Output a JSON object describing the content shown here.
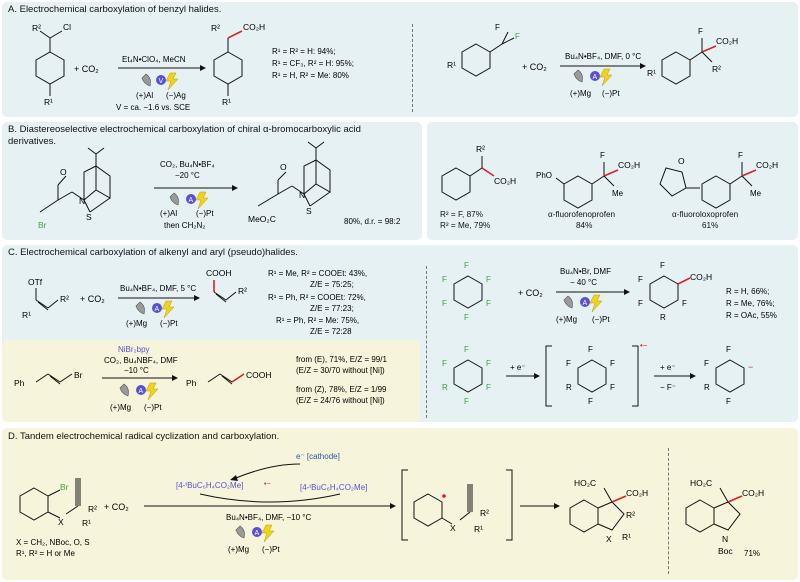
{
  "colors": {
    "blue_panel": "#e6f1f4",
    "yellow_panel": "#f6f4da",
    "accent_blue": "#5a4fd6",
    "accent_red": "#d22",
    "green_sub": "#3aa63a"
  },
  "icons": [
    "electrode-icon",
    "lightning-icon",
    "circled-A-icon",
    "circled-V-icon"
  ],
  "A": {
    "title": "A. Electrochemical carboxylation of benzyl halides.",
    "r_sub": "R²",
    "cl": "Cl",
    "r1": "R¹",
    "plus": "+ CO₂",
    "cond1": "Et₄N•ClO₄, MeCN",
    "anode": "(+)Al",
    "cathode": "(−)Ag",
    "potential": "V = ca. −1.6 vs. SCE",
    "prod_acid": "CO₂H",
    "prod_r2": "R²",
    "prod_r1": "R¹",
    "yields": [
      "R¹ = R² = H: 94%;",
      "R¹ = CF₃, R² = H: 95%;",
      "R¹ = H, R² = Me: 80%"
    ],
    "right_cond": "Bu₄N•BF₄, DMF, 0 °C",
    "right_anode": "(+)Mg",
    "right_cathode": "(−)Pt",
    "F": "F",
    "r1b": "R¹",
    "co2b": "+ CO₂",
    "prod2_acid": "CO₂H",
    "prod2_r2": "R²",
    "prod2_r1": "R¹"
  },
  "B": {
    "title": "B. Diastereoselective electrochemical carboxylation of chiral α-bromocarboxylic acid",
    "title2": "derivatives.",
    "cond1": "CO₂, Bu₄N•BF₄",
    "cond2": "−20 °C",
    "anode": "(+)Al",
    "cathode": "(−)Pt",
    "then": "then CH₂N₂",
    "result": "80%, d.r. = 98:2",
    "br": "Br",
    "meo2c": "MeO₂C",
    "o": "O",
    "n": "N",
    "s": "S",
    "examples": [
      {
        "label1": "R² = F, 87%",
        "label2": "R² = Me, 79%"
      },
      {
        "label1": "α-fluorofenoprofen",
        "label2": "84%"
      },
      {
        "label1": "α-fluoroloxoprofen",
        "label2": "61%"
      }
    ],
    "phO": "PhO",
    "co2h": "CO₂H",
    "me": "Me",
    "f": "F"
  },
  "C": {
    "title": "C. Electrochemical carboxylation of alkenyl and aryl (pseudo)halides.",
    "otf": "OTf",
    "r1": "R¹",
    "r2": "R²",
    "plus": "+ CO₂",
    "cond1": "Bu₄N•BF₄, DMF, 5 °C",
    "anode": "(+)Mg",
    "cathode": "(−)Pt",
    "cooh": "COOH",
    "yields": [
      "R¹ = Me, R² = COOEt: 43%,",
      "Z/E = 75:25;",
      "R¹ = Ph, R² = COOEt: 72%,",
      "Z/E = 77:23;",
      "R¹ = Ph, R² = Me: 75%,",
      "Z/E = 72:28"
    ],
    "cat": "NiBr₂bpy",
    "cond_y1": "CO₂, Bu₄NBF₄, DMF",
    "cond_y2": "−10 °C",
    "ph": "Ph",
    "br": "Br",
    "notes": [
      "from (E), 71%, E/Z = 99/1",
      "(E/Z = 30/70 without [Ni])",
      "from (Z), 78%, E/Z = 1/99",
      "(E/Z = 24/76 without [Ni])"
    ],
    "right_cond1": "Bu₄N•Br, DMF",
    "right_cond2": "− 40 °C",
    "right_anode": "(+)Mg",
    "right_cathode": "(−)Pt",
    "right_yields": [
      "R = H, 66%;",
      "R = Me, 76%;",
      "R = OAc, 55%"
    ],
    "F": "F",
    "R": "R",
    "co2h": "CO₂H",
    "co2": "+ CO₂",
    "e_add": "+ e⁻",
    "e_add2": "+ e⁻",
    "f_loss": "− F⁻"
  },
  "D": {
    "title": "D. Tandem electrochemical radical cyclization and carboxylation.",
    "cathode_note": "e⁻ [cathode]",
    "mediator": "[4-ᵗBuC₆H₄CO₂Me]",
    "mediator2": "[4-ᵗBuC₆H₄CO₂Me]",
    "br": "Br",
    "x": "X",
    "r1": "R¹",
    "r2": "R²",
    "plus": "+ CO₂",
    "subs1": "X = CH₂, NBoc, O, S",
    "subs2": "R¹, R² = H or Me",
    "cond": "Bu₄N•BF₄, DMF, −10 °C",
    "anode": "(+)Mg",
    "cathode": "(−)Pt",
    "ho2c": "HO₂C",
    "co2h": "CO₂H",
    "n": "N",
    "boc": "Boc",
    "yield": "71%"
  }
}
